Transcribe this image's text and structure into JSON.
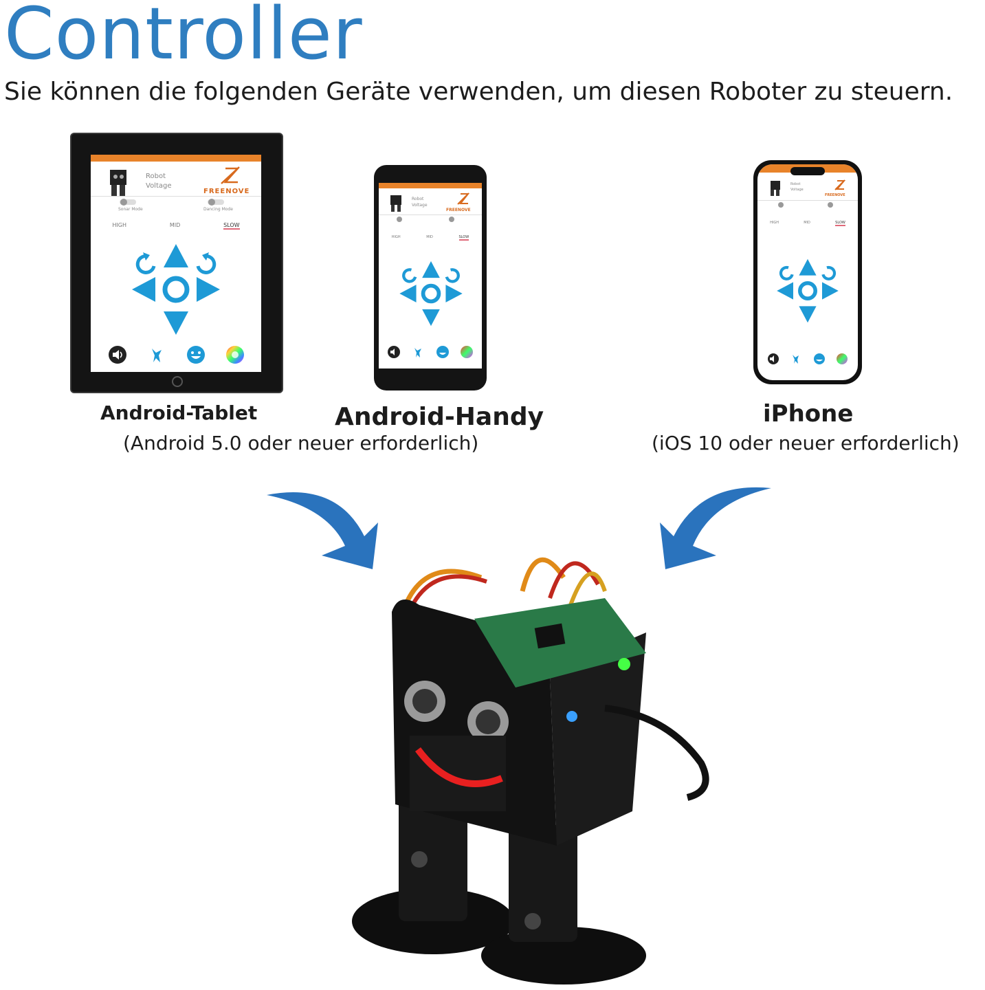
{
  "header": {
    "title": "Controller",
    "subtitle": "Sie können die folgenden Geräte verwenden, um diesen Roboter zu steuern."
  },
  "devices": [
    {
      "name": "Android-Tablet",
      "requirement": "(Android 5.0 oder neuer erforderlich)"
    },
    {
      "name": "Android-Handy"
    },
    {
      "name": "iPhone",
      "requirement": "(iOS 10 oder neuer erforderlich)"
    }
  ],
  "app_screen": {
    "robot_label": "Robot",
    "voltage_label": "Voltage",
    "brand": "FREENOVE",
    "sonar_mode": "Sonar Mode",
    "dancing_mode": "Dancing Mode",
    "speed_tabs": [
      "HIGH",
      "MID",
      "SLOW"
    ],
    "selected_speed": "SLOW"
  },
  "colors": {
    "title": "#2f7ec0",
    "arrow": "#2a73bd",
    "app_accent": "#e8832a",
    "pad": "#1e9ad6"
  },
  "icons": [
    "rotate-left-icon",
    "rotate-right-icon",
    "arrow-up-icon",
    "arrow-down-icon",
    "arrow-left-icon",
    "arrow-right-icon",
    "center-circle-icon",
    "speaker-icon",
    "dance-icon",
    "smiley-icon",
    "color-wheel-icon"
  ]
}
